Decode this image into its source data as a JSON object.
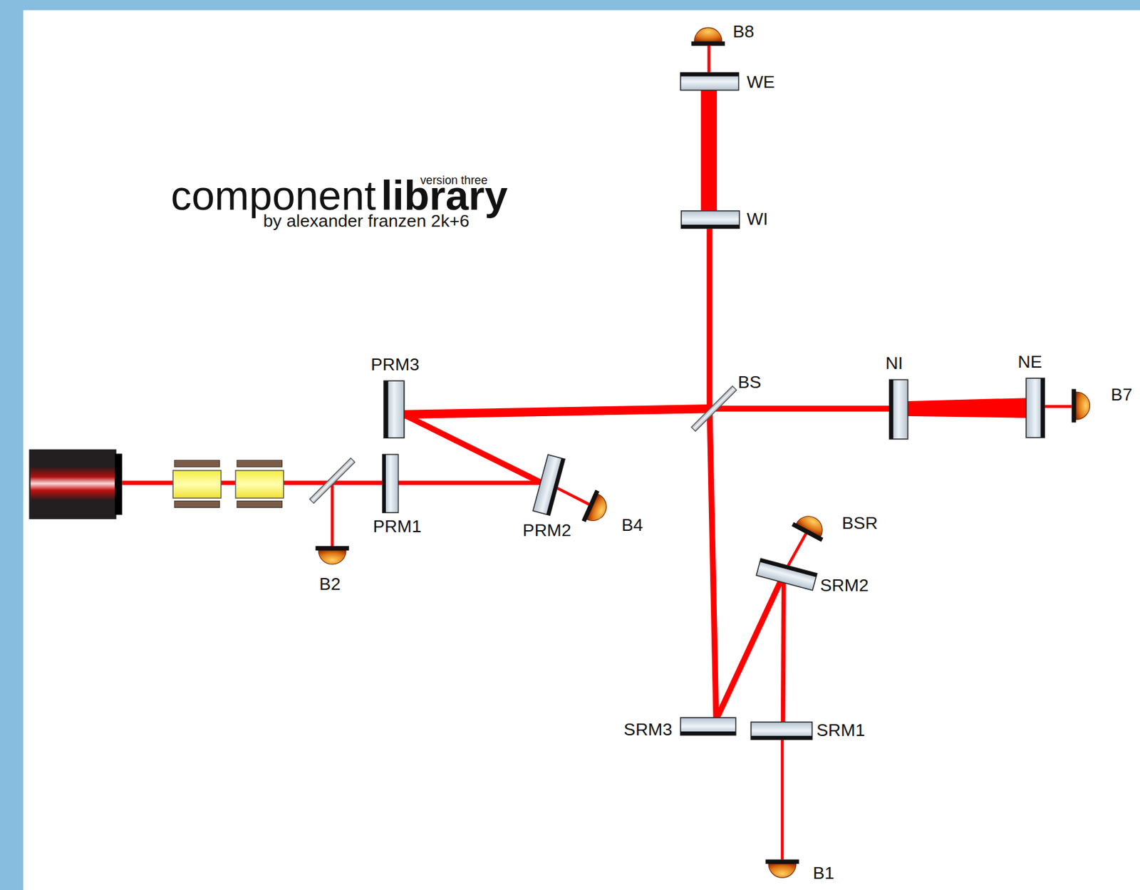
{
  "diagram": {
    "labels": [
      "version three",
      "component",
      "library",
      "by alexander franzen 2k+6",
      "B8",
      "WE",
      "WI",
      "PRM3",
      "BS",
      "NI",
      "NE",
      "B7",
      "PRM1",
      "PRM2",
      "B4",
      "B2",
      "BSR",
      "SRM2",
      "SRM3",
      "SRM1",
      "B1"
    ]
  }
}
